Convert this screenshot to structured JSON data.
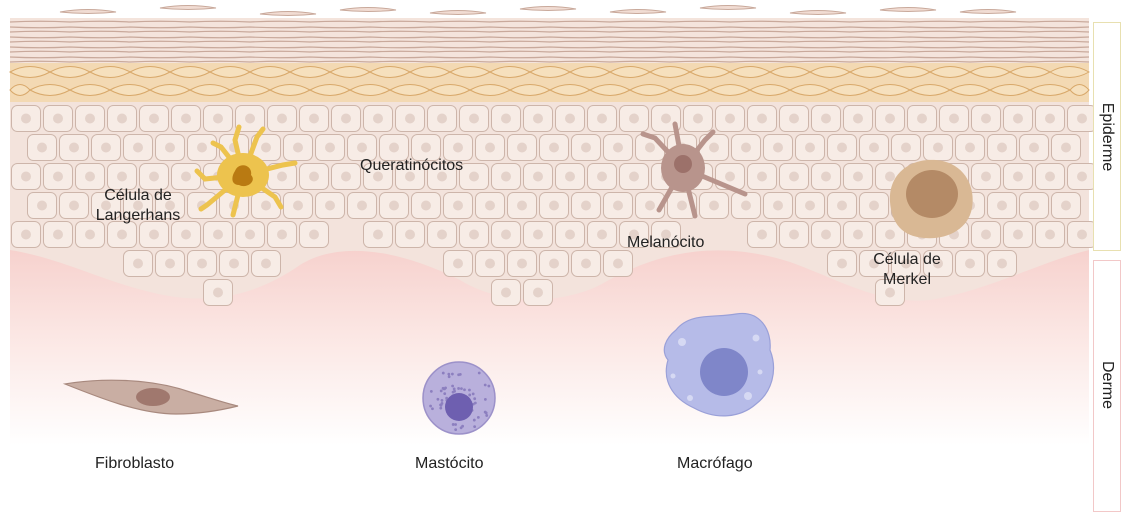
{
  "labels": {
    "langerhans_line1": "Célula de",
    "langerhans_line2": "Langerhans",
    "queratinocitos": "Queratinócitos",
    "melanocito": "Melanócito",
    "merkel_line1": "Célula de",
    "merkel_line2": "Merkel",
    "fibroblasto": "Fibroblasto",
    "mastocito": "Mastócito",
    "macrofago": "Macrófago"
  },
  "layers": {
    "epiderme": "Epiderme",
    "derme": "Derme"
  },
  "colors": {
    "epiderme_border": "#e8e0b0",
    "derme_border": "#f2c8c8",
    "keratinocyte_fill": "#f7ece6",
    "keratinocyte_stroke": "#cdb5aa",
    "nucleus_fill": "#e4d2ca",
    "corneum_line": "#c9a99b",
    "granulosum_fill": "#f2d8b0",
    "langerhans_fill": "#edc34e",
    "melanocyte_fill": "#b8948c",
    "merkel_fill": "#c8a27e",
    "fibroblast_fill": "#c9aea3",
    "mastocyte_fill": "#b3a8d8",
    "macrophage_fill": "#b2b6e6",
    "dermis_top": "#f8d6d2"
  }
}
